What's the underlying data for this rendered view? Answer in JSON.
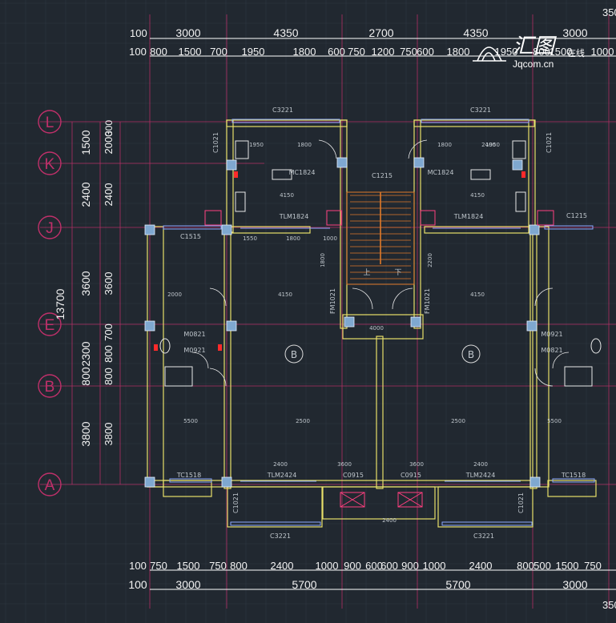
{
  "watermark": {
    "name": "汇图",
    "site": "Jqcom.cn",
    "tag": "在线"
  },
  "top_dims": {
    "row1": [
      "3000",
      "4350",
      "2700",
      "4350",
      "3000",
      "350"
    ],
    "row2": [
      "100",
      "800",
      "1500",
      "700",
      "1950",
      "1800",
      "600",
      "750",
      "1200",
      "750",
      "600",
      "1800",
      "1950",
      "800",
      "1500",
      "700",
      "100",
      "1000",
      "100"
    ],
    "row1_lead": "100",
    "row1_partial": "350"
  },
  "bottom_dims": {
    "row1": [
      "100",
      "750",
      "1500",
      "750",
      "800",
      "2400",
      "1000",
      "900",
      "600",
      "600",
      "900",
      "1000",
      "2400",
      "800",
      "500",
      "1500",
      "750",
      "100"
    ],
    "row2": [
      "100",
      "3000",
      "5700",
      "5700",
      "3000"
    ],
    "row3_partial": "350"
  },
  "left_dims": {
    "outer": [
      "1500",
      "2000",
      "2400",
      "3600",
      "2300",
      "800",
      "3800"
    ],
    "outer_top_extra": "300",
    "total": "13700",
    "inner": [
      "300",
      "3600",
      "700",
      "800",
      "3800"
    ]
  },
  "axes": [
    "L",
    "K",
    "J",
    "E",
    "B",
    "A"
  ],
  "rooms": {
    "windows": [
      "C3221",
      "C3221",
      "C1215",
      "C1515",
      "C1215",
      "C1021",
      "C1021",
      "C1021",
      "C1021",
      "C0915",
      "C0915",
      "C3221",
      "C3221"
    ],
    "doors": [
      "TLM1824",
      "TLM1824",
      "TLM2424",
      "TLM2424",
      "TC1518",
      "TC1518",
      "M0821",
      "M0921",
      "M0921",
      "M0821",
      "MC1824",
      "MC1824",
      "FM1021",
      "FM1021"
    ],
    "inner_dims": [
      "1950",
      "1800",
      "1800",
      "1950",
      "4150",
      "4150",
      "1550",
      "1800",
      "1000",
      "4150",
      "4150",
      "2000",
      "2400",
      "2400",
      "3600",
      "3600",
      "5500",
      "5500",
      "2500",
      "2500",
      "2400",
      "2400",
      "4000",
      "1800",
      "2200"
    ],
    "section_mark": "B",
    "stair_labels": [
      "上",
      "下"
    ]
  }
}
